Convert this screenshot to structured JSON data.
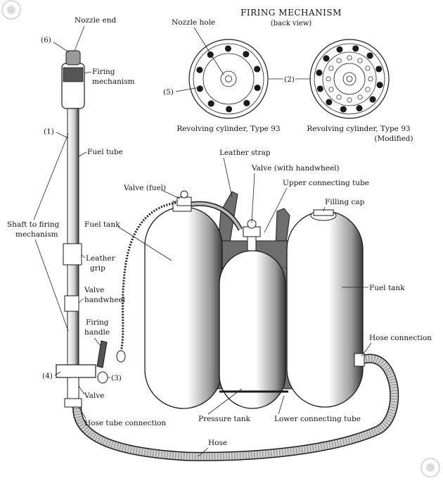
{
  "title": "FIRING MECHANISM",
  "subtitle": "(back view)",
  "labels": {
    "nozzle_end": "Nozzle end",
    "nozzle_hole": "Nozzle hole",
    "firing_mechanism_1": "Firing",
    "firing_mechanism_2": "mechanism",
    "ref_6": "(6)",
    "ref_1": "(1)",
    "ref_5": "(5)",
    "ref_2": "(2)",
    "ref_4": "(4)",
    "ref_3": "(3)",
    "fuel_tube": "Fuel tube",
    "cyl_type93": "Revolving cylinder, Type 93",
    "cyl_type93_mod_1": "Revolving cylinder, Type 93",
    "cyl_type93_mod_2": "(Modified)",
    "leather_strap": "Leather strap",
    "valve_handwheel": "Valve (with handwheel)",
    "upper_connecting_tube": "Upper connecting tube",
    "valve_fuel": "Valve (fuel)",
    "filling_cap": "Filling cap",
    "shaft_1": "Shaft to firing",
    "shaft_2": "mechanism",
    "fuel_tank_left": "Fuel tank",
    "leather_grip_1": "Leather",
    "leather_grip_2": "grip",
    "fuel_tank_right": "Fuel tank",
    "valve_handwheel_1": "Valve",
    "valve_handwheel_2": "handwheel",
    "firing_handle_1": "Firing",
    "firing_handle_2": "handle",
    "hose_connection": "Hose connection",
    "valve": "Valve",
    "hose_tube_connection": "Hose tube connection",
    "pressure_tank": "Pressure tank",
    "lower_connecting_tube": "Lower connecting tube",
    "hose": "Hose"
  },
  "colors": {
    "ink": "#1a1a1a",
    "tank_fill": "#ffffff",
    "strap": "#6e6e6e",
    "hose": "#bdbdbd"
  }
}
